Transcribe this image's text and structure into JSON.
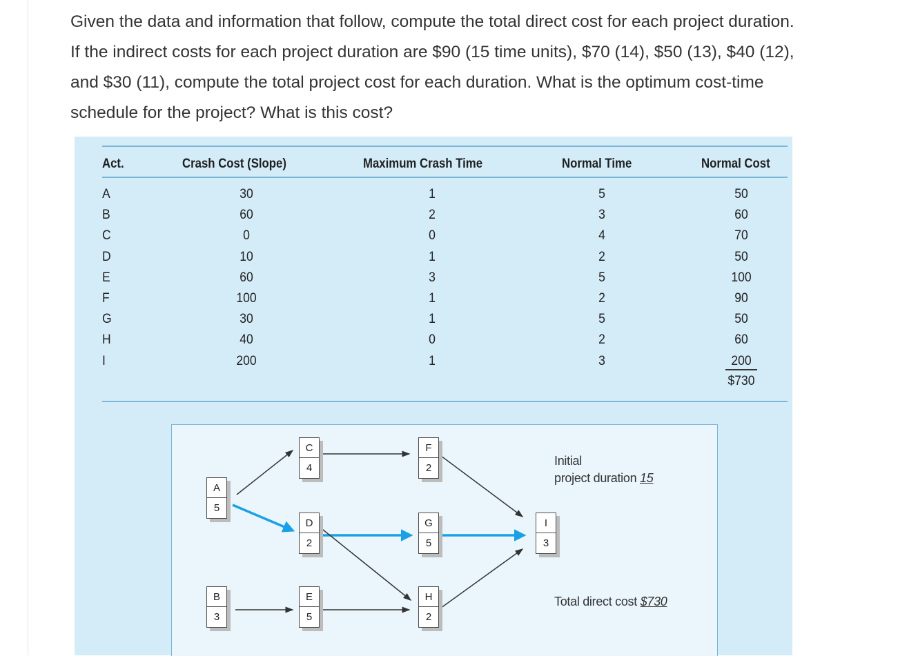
{
  "question": {
    "lines": [
      "Given the data and information that follow, compute the total direct cost for each project duration.",
      "If the indirect costs for each project duration are $90 (15 time units), $70 (14), $50 (13), $40 (12),",
      "and $30 (11), compute the total project cost for each duration. What is the optimum cost-time",
      "schedule for the project? What is this cost?"
    ]
  },
  "table": {
    "headers": {
      "act": "Act.",
      "crash_cost": "Crash Cost (Slope)",
      "max_crash": "Maximum Crash Time",
      "normal_time": "Normal Time",
      "normal_cost": "Normal Cost"
    },
    "rows": [
      {
        "act": "A",
        "crash_cost": "30",
        "max_crash": "1",
        "normal_time": "5",
        "normal_cost": "50"
      },
      {
        "act": "B",
        "crash_cost": "60",
        "max_crash": "2",
        "normal_time": "3",
        "normal_cost": "60"
      },
      {
        "act": "C",
        "crash_cost": "0",
        "max_crash": "0",
        "normal_time": "4",
        "normal_cost": "70"
      },
      {
        "act": "D",
        "crash_cost": "10",
        "max_crash": "1",
        "normal_time": "2",
        "normal_cost": "50"
      },
      {
        "act": "E",
        "crash_cost": "60",
        "max_crash": "3",
        "normal_time": "5",
        "normal_cost": "100"
      },
      {
        "act": "F",
        "crash_cost": "100",
        "max_crash": "1",
        "normal_time": "2",
        "normal_cost": "90"
      },
      {
        "act": "G",
        "crash_cost": "30",
        "max_crash": "1",
        "normal_time": "5",
        "normal_cost": "50"
      },
      {
        "act": "H",
        "crash_cost": "40",
        "max_crash": "0",
        "normal_time": "2",
        "normal_cost": "60"
      },
      {
        "act": "I",
        "crash_cost": "200",
        "max_crash": "1",
        "normal_time": "3",
        "normal_cost": "200"
      }
    ],
    "total_normal_cost": "$730"
  },
  "network": {
    "nodes": {
      "A": {
        "label": "A",
        "duration": "5"
      },
      "B": {
        "label": "B",
        "duration": "3"
      },
      "C": {
        "label": "C",
        "duration": "4"
      },
      "D": {
        "label": "D",
        "duration": "2"
      },
      "E": {
        "label": "E",
        "duration": "5"
      },
      "F": {
        "label": "F",
        "duration": "2"
      },
      "G": {
        "label": "G",
        "duration": "5"
      },
      "H": {
        "label": "H",
        "duration": "2"
      },
      "I": {
        "label": "I",
        "duration": "3"
      }
    },
    "initial_duration_label_1": "Initial",
    "initial_duration_label_2": "project duration",
    "initial_duration_value": "15",
    "total_direct_cost_label": "Total direct cost",
    "total_direct_cost_value": "$730",
    "colors": {
      "critical_path": "#1aa0e6",
      "arrow": "#333333"
    }
  }
}
